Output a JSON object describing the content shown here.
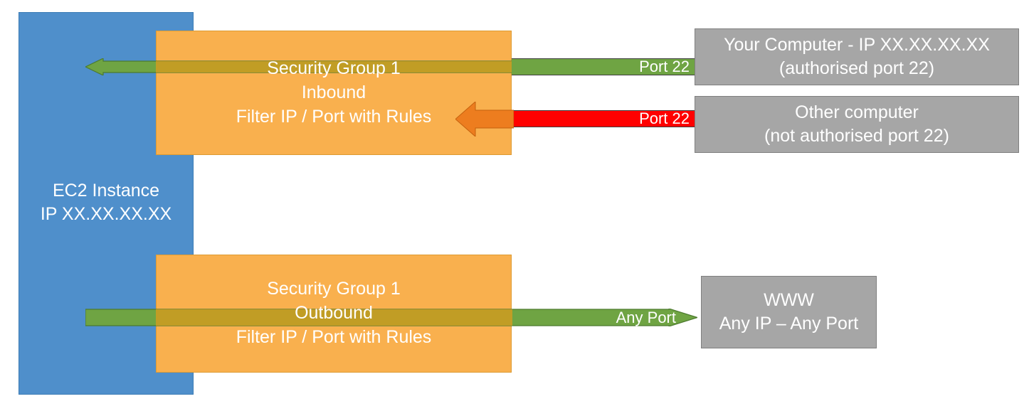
{
  "diagram": {
    "title": "AWS EC2 Security Group inbound/outbound traffic filtering",
    "colors": {
      "instance_blue": "#4F8FCB",
      "security_group_orange": "#F9B04E",
      "allowed_green": "#6FA443",
      "blocked_red": "#FF0000",
      "blocked_arrow_orange": "#ED7D1F",
      "endpoint_grey": "#A6A6A6",
      "text_white": "#FFFFFF"
    },
    "instance": {
      "name": "ec2-instance",
      "label": "EC2 Instance\nIP XX.XX.XX.XX"
    },
    "security_groups": [
      {
        "name": "security-group-inbound",
        "label": "Security Group 1\nInbound\nFilter IP / Port with Rules",
        "direction": "Inbound"
      },
      {
        "name": "security-group-outbound",
        "label": "Security Group 1\nOutbound\nFilter IP / Port with Rules",
        "direction": "Outbound"
      }
    ],
    "flows": [
      {
        "name": "allowed-inbound-flow",
        "port_label": "Port 22",
        "status": "allowed",
        "color": "#6FA443",
        "direction": "right-to-left"
      },
      {
        "name": "blocked-inbound-flow",
        "port_label": "Port 22",
        "status": "blocked",
        "color": "#FF0000",
        "direction": "right-to-left"
      },
      {
        "name": "allowed-outbound-flow",
        "port_label": "Any Port",
        "status": "allowed",
        "color": "#6FA443",
        "direction": "left-to-right"
      }
    ],
    "endpoints": [
      {
        "name": "your-computer",
        "label": "Your Computer - IP XX.XX.XX.XX\n(authorised port 22)"
      },
      {
        "name": "other-computer",
        "label": "Other computer\n(not authorised port 22)"
      },
      {
        "name": "www",
        "label": "WWW\nAny IP – Any Port"
      }
    ]
  }
}
